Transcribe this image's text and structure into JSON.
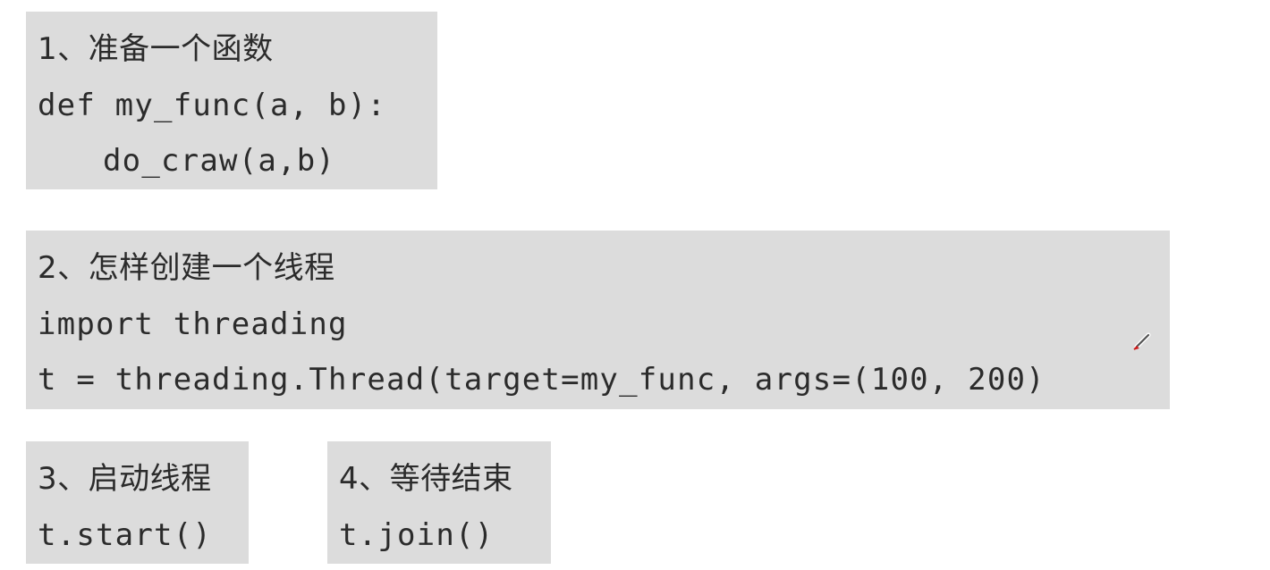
{
  "sections": [
    {
      "heading": "1、准备一个函数",
      "code": [
        "def my_func(a, b):",
        "do_craw(a,b)"
      ]
    },
    {
      "heading": "2、怎样创建一个线程",
      "code": [
        "import threading",
        "t = threading.Thread(target=my_func, args=(100, 200)"
      ]
    },
    {
      "heading": "3、启动线程",
      "code": [
        "t.start()"
      ]
    },
    {
      "heading": "4、等待结束",
      "code": [
        "t.join()"
      ]
    }
  ],
  "icons": {
    "pen_cursor": "pen-cursor-icon"
  },
  "colors": {
    "card_background": "#dcdcdc",
    "text": "#2b2b2b",
    "pen_tip": "#cc1a1a"
  }
}
